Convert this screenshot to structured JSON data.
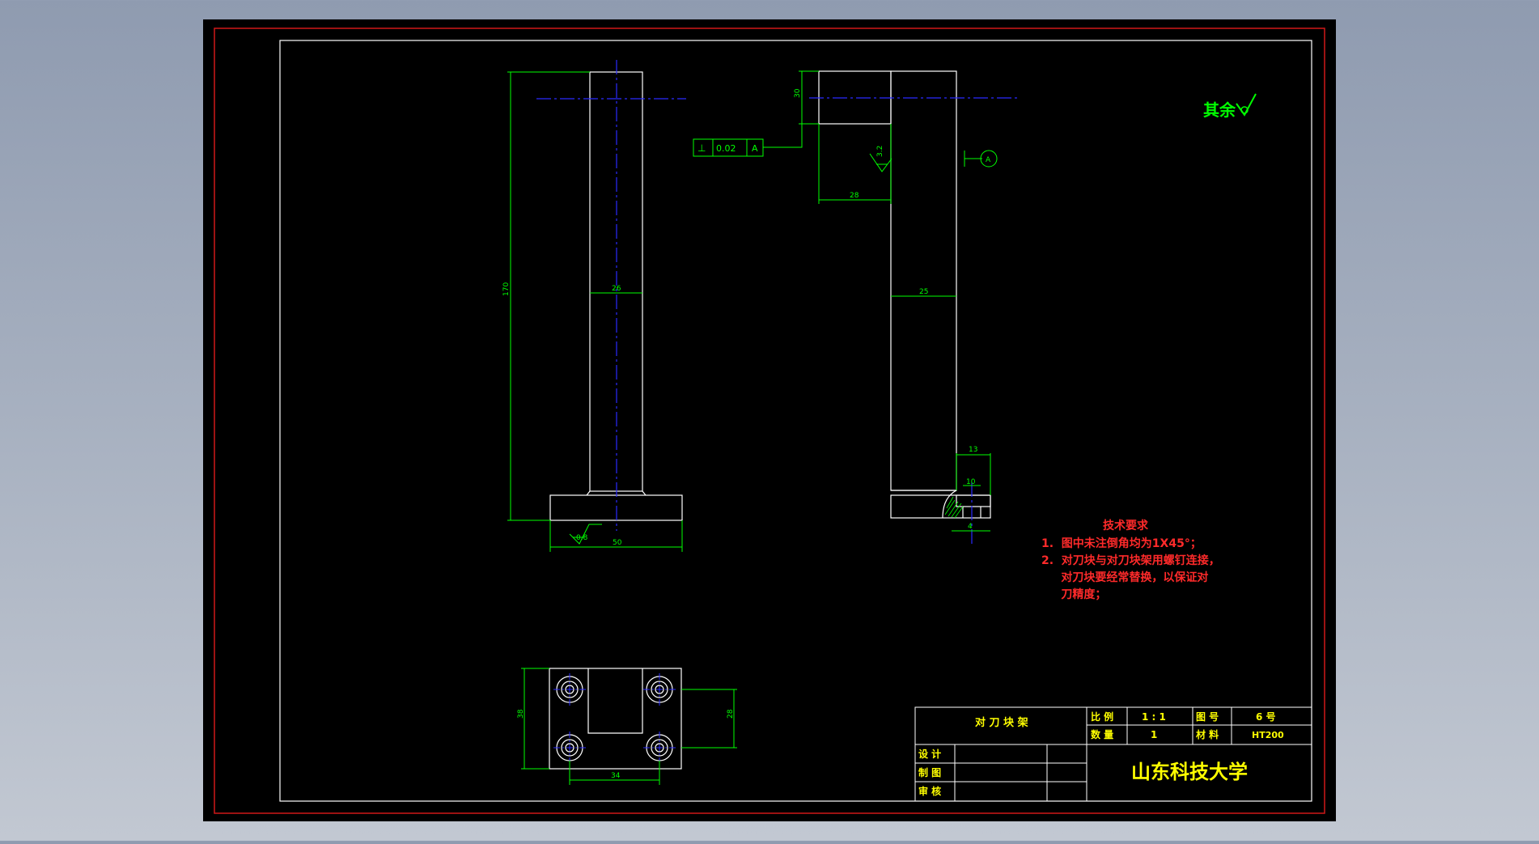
{
  "colors": {
    "background": "#000000",
    "outer_frame": "#d01818",
    "drawing_line": "#ffffff",
    "center_line": "#2a2aff",
    "dimension": "#00ff00",
    "notes": "#ff2a2a",
    "title_text": "#ffff00"
  },
  "surface_finish": {
    "rest_label": "其余"
  },
  "dimensions": {
    "front_height": "170",
    "front_width": "26",
    "base_width": "50",
    "base_roughness": "0.8",
    "side_top_height": "30",
    "side_top_width": "28",
    "side_width": "25",
    "side_roughness": "3.2",
    "slot_width": "13",
    "slot_inner": "10",
    "screw_gap": "4",
    "plan_height": "38",
    "plan_hole_height": "28",
    "plan_hole_spacing": "34"
  },
  "tolerance": {
    "symbol": "⊥",
    "value": "0.02",
    "datum": "A"
  },
  "datum_marker": "A",
  "technical_requirements": {
    "title": "技术要求",
    "lines": [
      "1.  图中未注倒角均为1X45°；",
      "2.  对刀块与对刀块架用螺钉连接，",
      "     对刀块要经常替换，以保证对",
      "     刀精度；"
    ]
  },
  "title_block": {
    "part_name": "对 刀 块 架",
    "scale_label": "比  例",
    "scale_value": "1 : 1",
    "drawing_no_label": "图 号",
    "drawing_no_value": "6 号",
    "quantity_label": "数 量",
    "quantity_value": "1",
    "material_label": "材 料",
    "material_value": "HT200",
    "design_label": "设  计",
    "draw_label": "制  图",
    "review_label": "审 核",
    "school": "山东科技大学"
  }
}
